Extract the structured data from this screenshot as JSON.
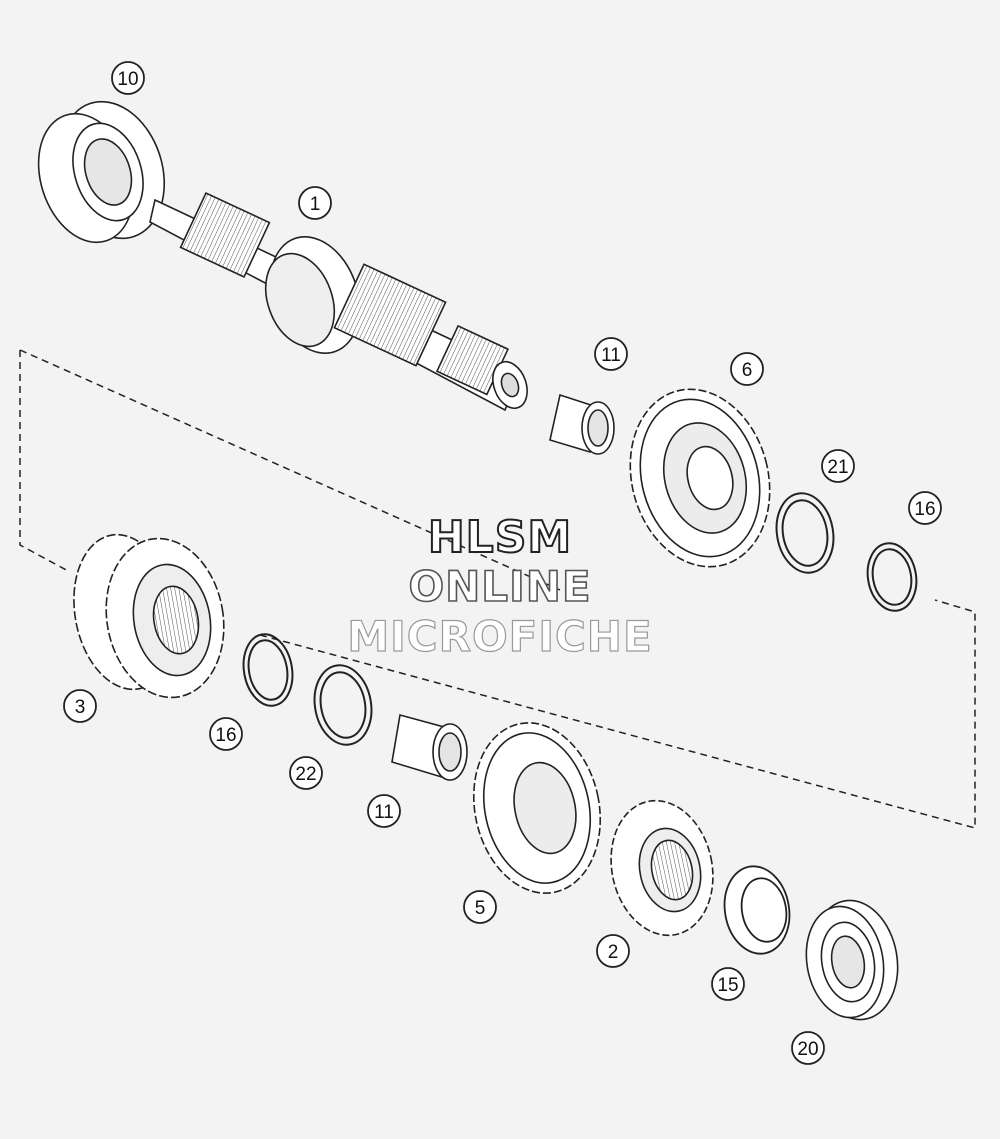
{
  "callouts": [
    {
      "id": "10",
      "label": "10"
    },
    {
      "id": "1",
      "label": "1"
    },
    {
      "id": "11a",
      "label": "11"
    },
    {
      "id": "6",
      "label": "6"
    },
    {
      "id": "21",
      "label": "21"
    },
    {
      "id": "16a",
      "label": "16"
    },
    {
      "id": "3",
      "label": "3"
    },
    {
      "id": "16b",
      "label": "16"
    },
    {
      "id": "22",
      "label": "22"
    },
    {
      "id": "11b",
      "label": "11"
    },
    {
      "id": "5",
      "label": "5"
    },
    {
      "id": "2",
      "label": "2"
    },
    {
      "id": "15",
      "label": "15"
    },
    {
      "id": "20",
      "label": "20"
    }
  ],
  "watermark": {
    "line1": "HLSM",
    "line2": "ONLINE",
    "line3": "MICROFICHE"
  },
  "colors": {
    "background": "#f3f3f3",
    "line": "#2a2a2a",
    "part_fill": "#ffffff",
    "shade": "#d8d8d8"
  }
}
